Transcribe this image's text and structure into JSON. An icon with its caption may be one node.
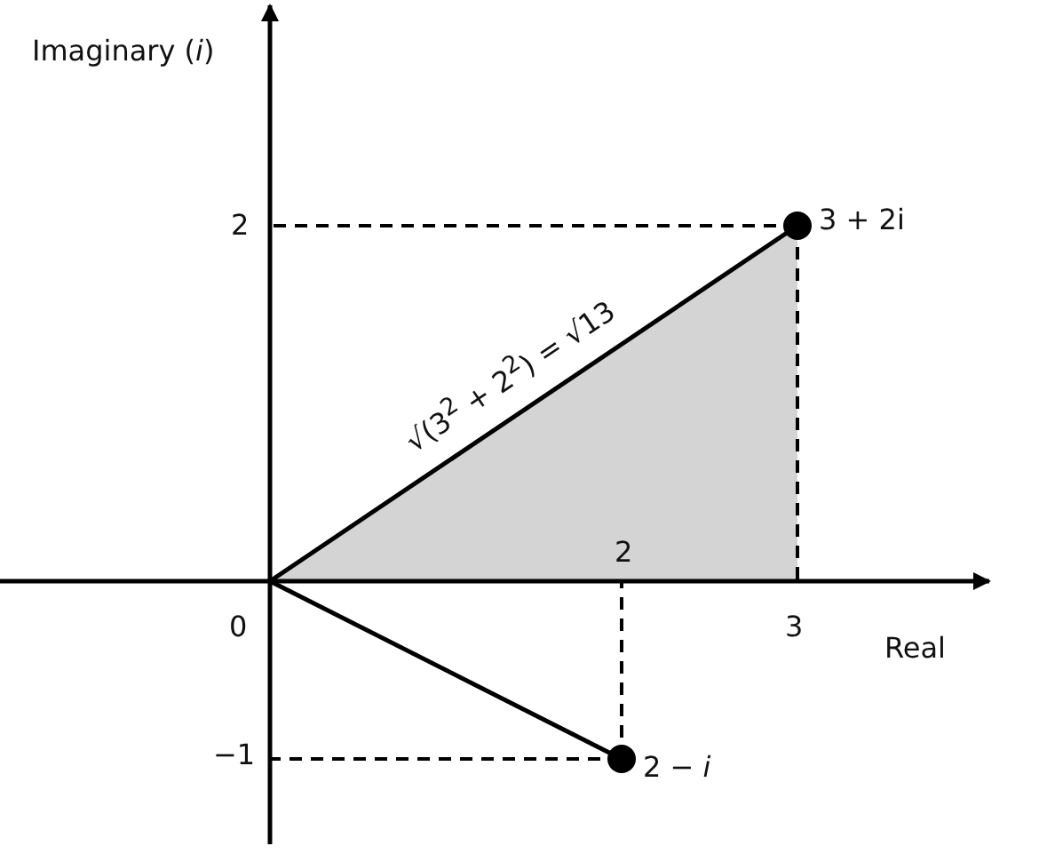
{
  "diagram": {
    "nodes": [
      {
        "text": [],
        "shape": "circle",
        "beside": [
          "3 + 2i"
        ]
      },
      {
        "text": [],
        "shape": "circle",
        "beside": [
          "2 − *i*"
        ]
      }
    ],
    "edges": [
      {
        "from": null,
        "to": 0,
        "arrow": "none",
        "label": "√(3$^{2}$ + 2$^{2}$) = √13"
      },
      {
        "from": null,
        "to": 1,
        "arrow": "none"
      }
    ],
    "labels": [
      "Imaginary (*i*)",
      "2",
      "−1",
      "0",
      "2",
      "3",
      "Real"
    ]
  }
}
